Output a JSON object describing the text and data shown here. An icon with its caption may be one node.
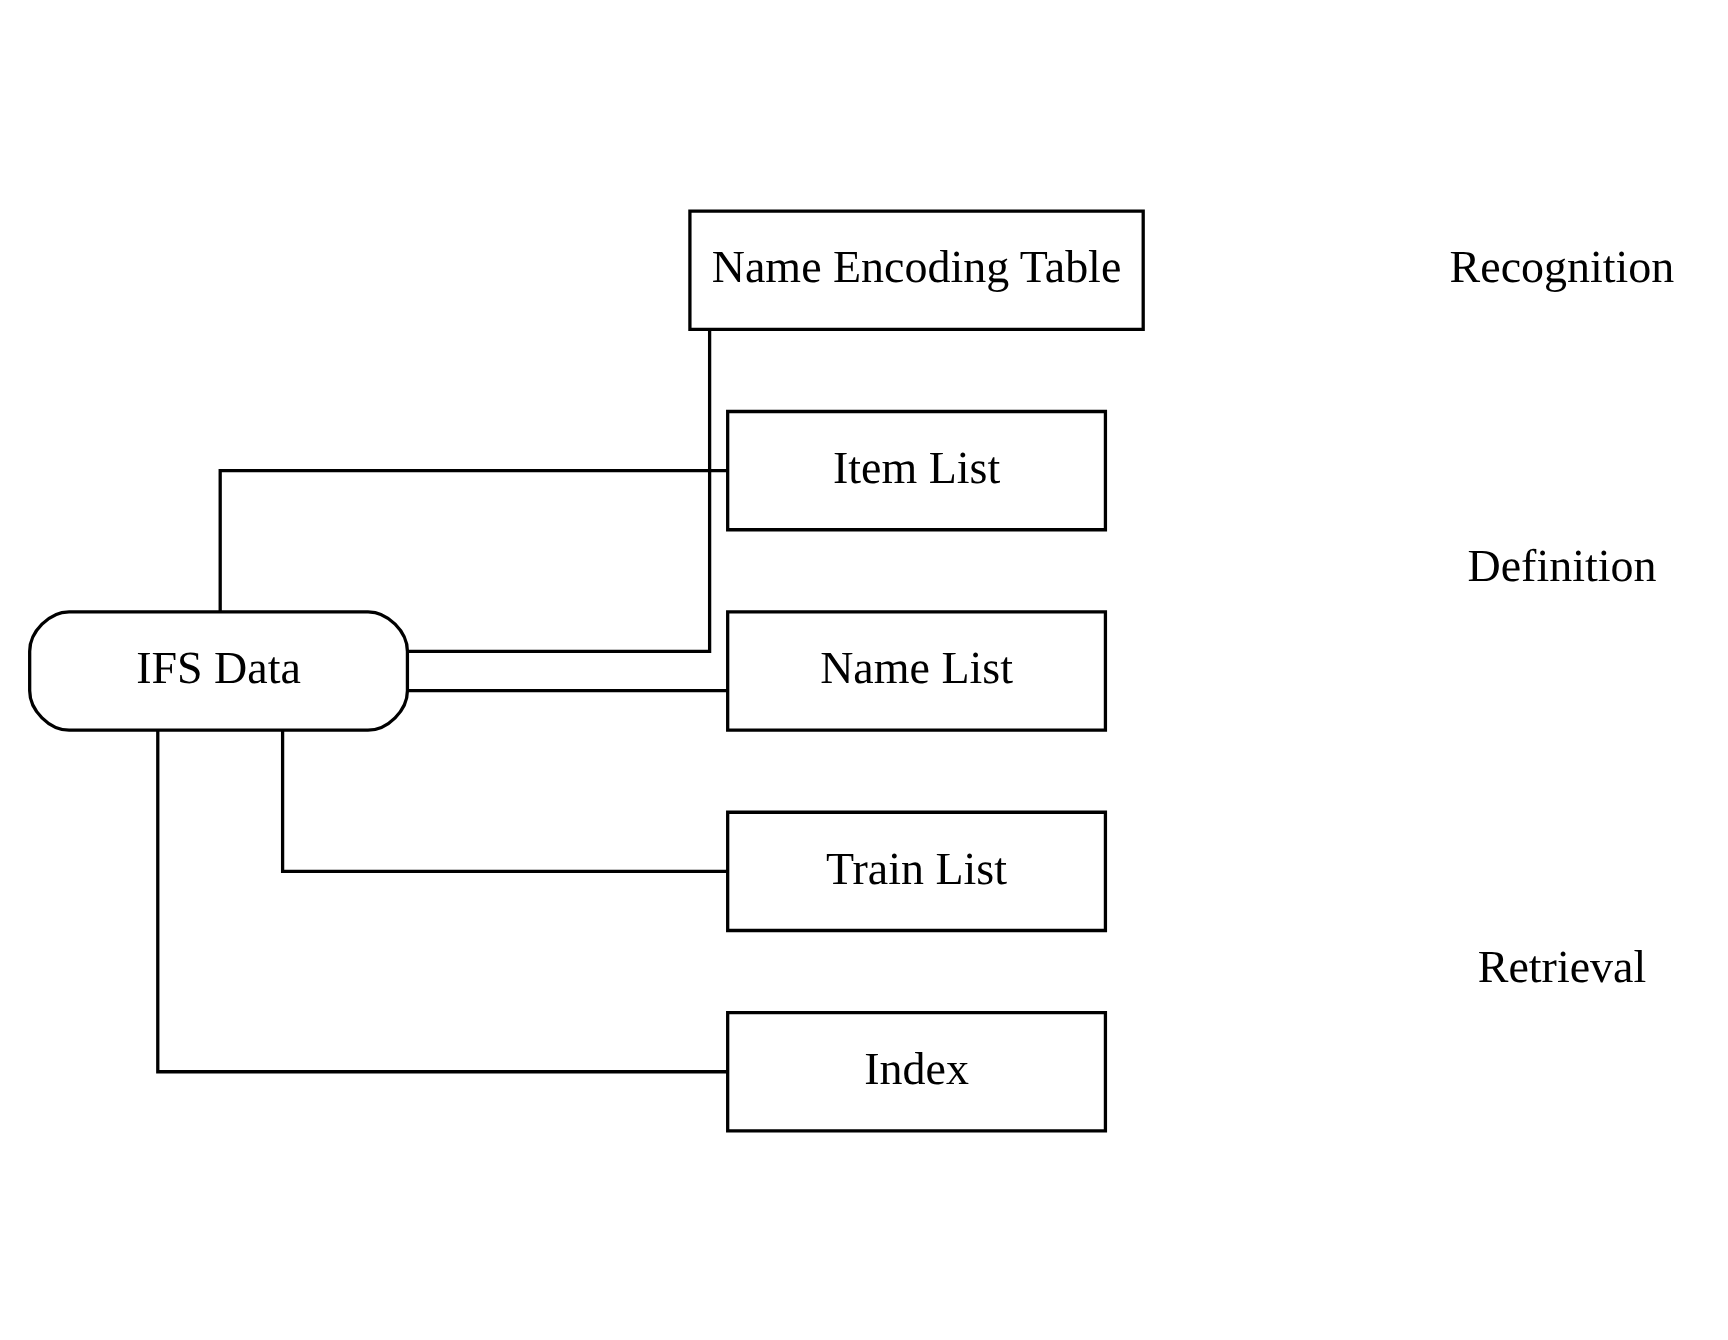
{
  "diagram": {
    "nodes": [
      {
        "text": [
          "IFS Data"
        ]
      },
      {
        "text": [
          "Name Encoding Table"
        ]
      },
      {
        "text": [
          "Item List"
        ]
      },
      {
        "text": [
          "Name List"
        ]
      },
      {
        "text": [
          "Train List"
        ]
      },
      {
        "text": [
          "Index"
        ]
      }
    ],
    "edges": [
      {
        "from": 0,
        "to": 1,
        "arrow": "none"
      },
      {
        "from": 0,
        "to": 2,
        "arrow": "none"
      },
      {
        "from": 0,
        "to": 3,
        "arrow": "none"
      },
      {
        "from": 0,
        "to": 4,
        "arrow": "none"
      },
      {
        "from": 0,
        "to": 5,
        "arrow": "none"
      }
    ],
    "labels": [
      "Recognition",
      "Definition",
      "Retrieval"
    ]
  }
}
